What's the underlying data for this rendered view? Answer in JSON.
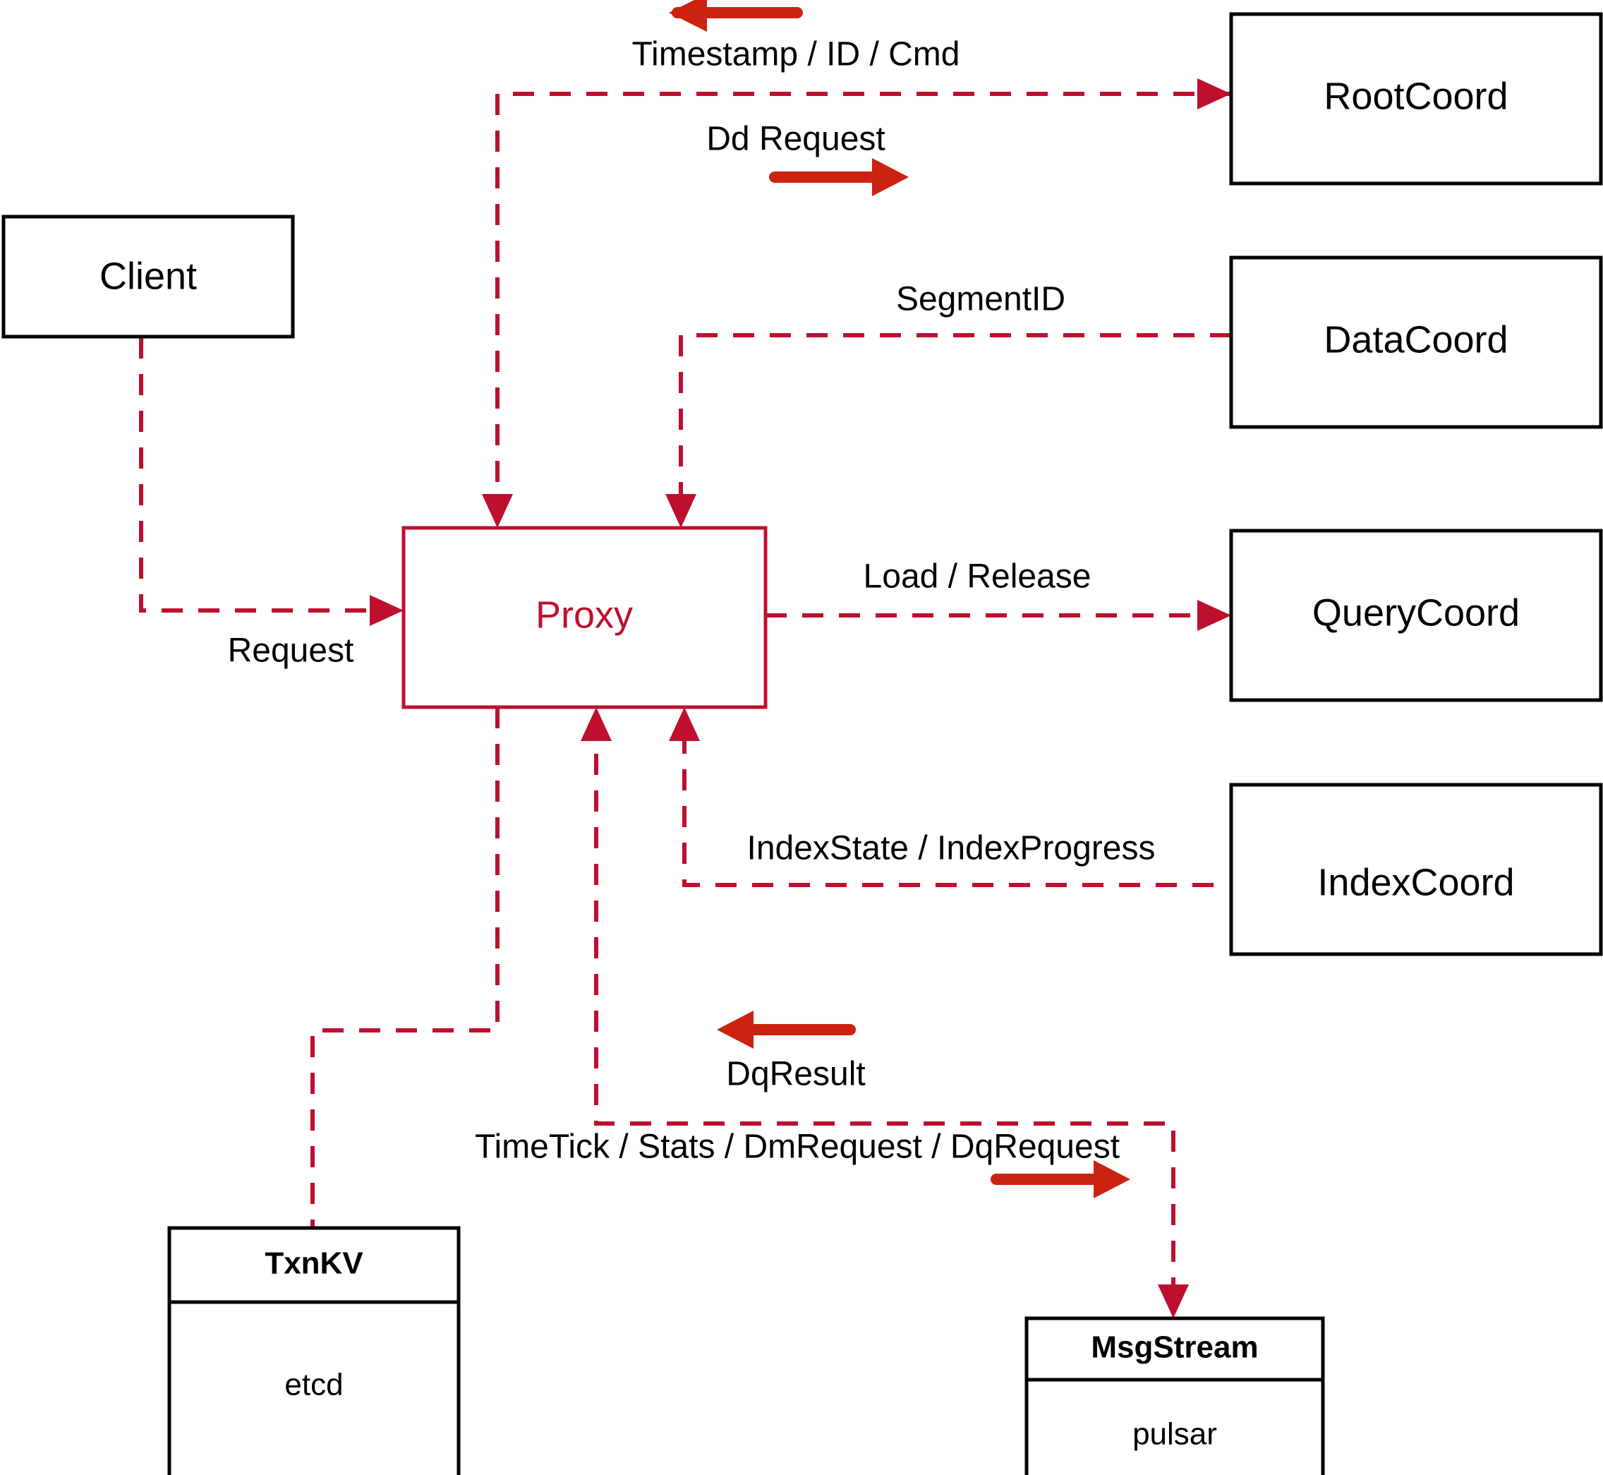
{
  "diagram": {
    "title": "Proxy component interaction diagram",
    "colors": {
      "accent": "#BE0F2E",
      "arrow": "#CC2211",
      "node_stroke": "#000000",
      "background": "#FFFFFF"
    },
    "nodes": [
      {
        "id": "client",
        "label": "Client",
        "style": "plain"
      },
      {
        "id": "proxy",
        "label": "Proxy",
        "style": "accent"
      },
      {
        "id": "rootcoord",
        "label": "RootCoord",
        "style": "plain"
      },
      {
        "id": "datacoord",
        "label": "DataCoord",
        "style": "plain"
      },
      {
        "id": "querycoord",
        "label": "QueryCoord",
        "style": "plain"
      },
      {
        "id": "indexcoord",
        "label": "IndexCoord",
        "style": "plain"
      },
      {
        "id": "txnkv",
        "label": "TxnKV",
        "sublabel": "etcd",
        "style": "two-compartment"
      },
      {
        "id": "msgstream",
        "label": "MsgStream",
        "sublabel": "pulsar",
        "style": "two-compartment"
      }
    ],
    "edges": [
      {
        "id": "timestamp-id-cmd",
        "label": "Timestamp / ID / Cmd",
        "from": "rootcoord",
        "to": "proxy",
        "direction": "left"
      },
      {
        "id": "dd-request",
        "label": "Dd Request",
        "from": "proxy",
        "to": "rootcoord",
        "direction": "right"
      },
      {
        "id": "segmentid",
        "label": "SegmentID",
        "from": "datacoord",
        "to": "proxy",
        "direction": "left"
      },
      {
        "id": "request",
        "label": "Request",
        "from": "client",
        "to": "proxy",
        "direction": "right"
      },
      {
        "id": "load-release",
        "label": "Load / Release",
        "from": "proxy",
        "to": "querycoord",
        "direction": "right"
      },
      {
        "id": "index-state",
        "label": "IndexState / IndexProgress",
        "from": "indexcoord",
        "to": "proxy",
        "direction": "left"
      },
      {
        "id": "dq-result",
        "label": "DqResult",
        "from": "msgstream",
        "to": "proxy",
        "direction": "left"
      },
      {
        "id": "timetick-stats",
        "label": "TimeTick / Stats / DmRequest / DqRequest",
        "from": "proxy",
        "to": "msgstream",
        "direction": "right"
      },
      {
        "id": "txnkv-link",
        "label": "",
        "from": "proxy",
        "to": "txnkv",
        "direction": "none"
      }
    ]
  }
}
